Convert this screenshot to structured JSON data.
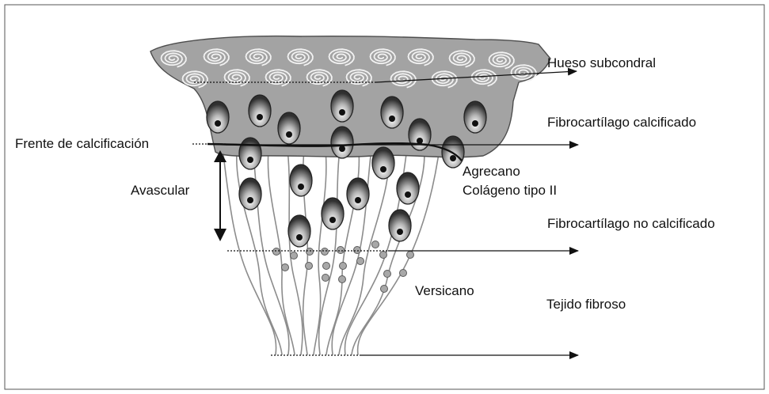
{
  "labels": {
    "hueso_subcondral": "Hueso subcondral",
    "fibrocartilago_calcificado": "Fibrocartílago calcificado",
    "frente_calcificacion": "Frente de calcificación",
    "agrecano": "Agrecano",
    "colageno": "Colágeno tipo II",
    "avascular": "Avascular",
    "fibrocartilago_no_calcificado": "Fibrocartílago no calcificado",
    "versicano": "Versicano",
    "tejido_fibroso": "Tejido fibroso"
  },
  "colors": {
    "bone": "#a3a3a3",
    "bone_stroke": "#4d4d4d",
    "fibers": "#8c8c8c",
    "text": "#111111",
    "frame": "#555555"
  }
}
